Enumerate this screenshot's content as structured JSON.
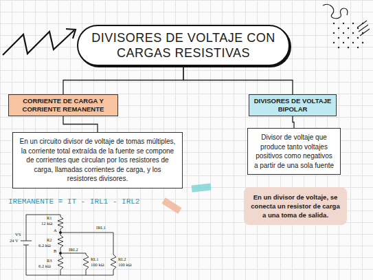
{
  "diagram": {
    "nodes": [
      {
        "text": [
          "DIVISORES DE VOLTAJE CON CARGAS RESISTIVAS"
        ]
      },
      {
        "text": [
          "CORRIENTE DE CARGA Y CORRIENTE REMANENTE"
        ]
      },
      {
        "text": [
          "DIVISORES DE VOLTAJE BIPOLAR"
        ]
      },
      {
        "text": [
          "En un circuito divisor de voltaje de tomas múltiples, la corriente total extraída de la fuente se compone de corrientes que circulan por los resistores de carga, llamadas corrientes de carga, y los resistores divisores."
        ]
      },
      {
        "text": [
          "Divisor de voltaje que produce tanto voltajes positivos como negativos a partir de una sola fuente"
        ]
      },
      {
        "text": [
          "En un divisor de voltaje, se conecta un resistor de carga a una toma de salida."
        ]
      }
    ],
    "edges": [
      {
        "from": 0,
        "to": 1,
        "arrow": "none"
      },
      {
        "from": 0,
        "to": 2,
        "arrow": "none"
      },
      {
        "from": 1,
        "to": 3,
        "arrow": "none"
      },
      {
        "from": 2,
        "to": 4,
        "arrow": "none"
      }
    ],
    "labels": [
      "IREMANENTE = IT - IRL1 - IRL2",
      "R1",
      "12 kΩ",
      "VS",
      "24 V",
      "A",
      "R2",
      "6.2 kΩ",
      "IRL1",
      "B",
      "R3",
      "6.2 kΩ",
      "IRL2",
      "RL1",
      "100 kΩ",
      "RL2",
      "100 kΩ"
    ]
  }
}
